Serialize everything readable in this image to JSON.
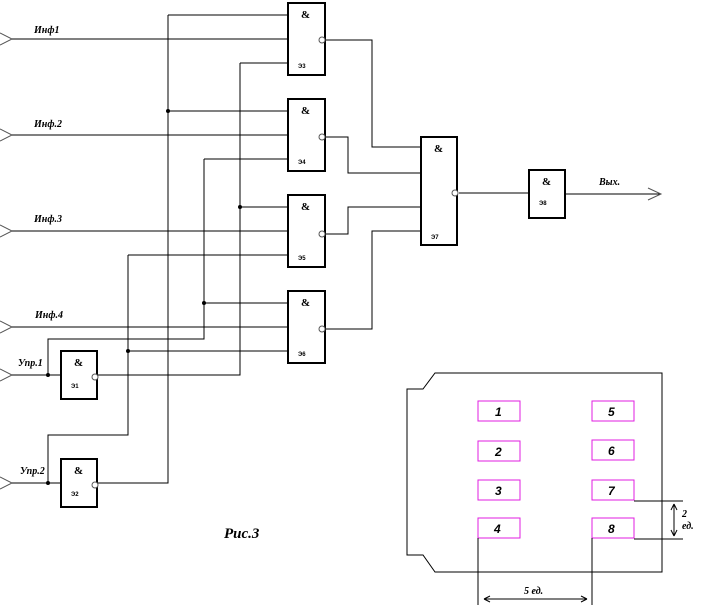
{
  "inputs": {
    "inf1": "Инф1",
    "inf2": "Инф.2",
    "inf3": "Инф.3",
    "inf4": "Инф.4",
    "upr1": "Упр.1",
    "upr2": "Упр.2"
  },
  "output": "Вых.",
  "gate_symbol": "&",
  "gates": {
    "g1": "Э3",
    "g2": "Э4",
    "g3": "Э5",
    "g4": "Э6",
    "gu1": "Э1",
    "gu2": "Э2",
    "gbig": "Э7",
    "gout": "Э8"
  },
  "caption": "Рис.3",
  "board": {
    "pads": [
      "1",
      "2",
      "3",
      "4",
      "5",
      "6",
      "7",
      "8"
    ],
    "dim_horizontal": "5 ед.",
    "dim_vertical_value": "2",
    "dim_vertical_unit": "ед.",
    "pad_color": "#e01ee0"
  }
}
